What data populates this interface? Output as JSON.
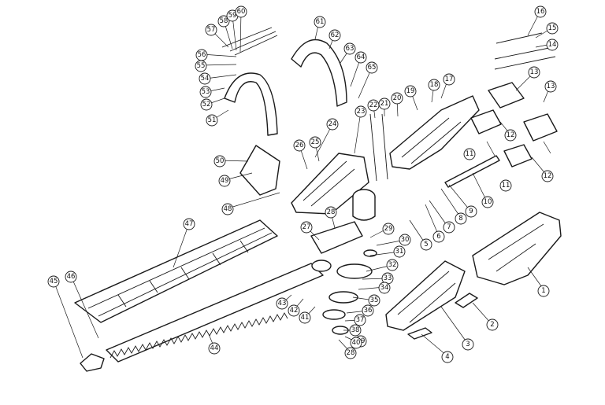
{
  "callouts": [
    "1",
    "2",
    "3",
    "4",
    "5",
    "6",
    "7",
    "8",
    "9",
    "10",
    "11",
    "11",
    "12",
    "12",
    "13",
    "13",
    "14",
    "15",
    "16",
    "17",
    "18",
    "19",
    "20",
    "21",
    "22",
    "23",
    "24",
    "25",
    "26",
    "27",
    "28",
    "28",
    "29",
    "30",
    "31",
    "32",
    "33",
    "34",
    "35",
    "36",
    "37",
    "38",
    "39",
    "40",
    "41",
    "42",
    "43",
    "44",
    "45",
    "46",
    "47",
    "48",
    "49",
    "50",
    "51",
    "52",
    "53",
    "54",
    "55",
    "56",
    "57",
    "58",
    "59",
    "60",
    "61",
    "62",
    "63",
    "64",
    "65"
  ],
  "colors": {
    "line": "#1a1a1a",
    "background": "#ffffff"
  }
}
